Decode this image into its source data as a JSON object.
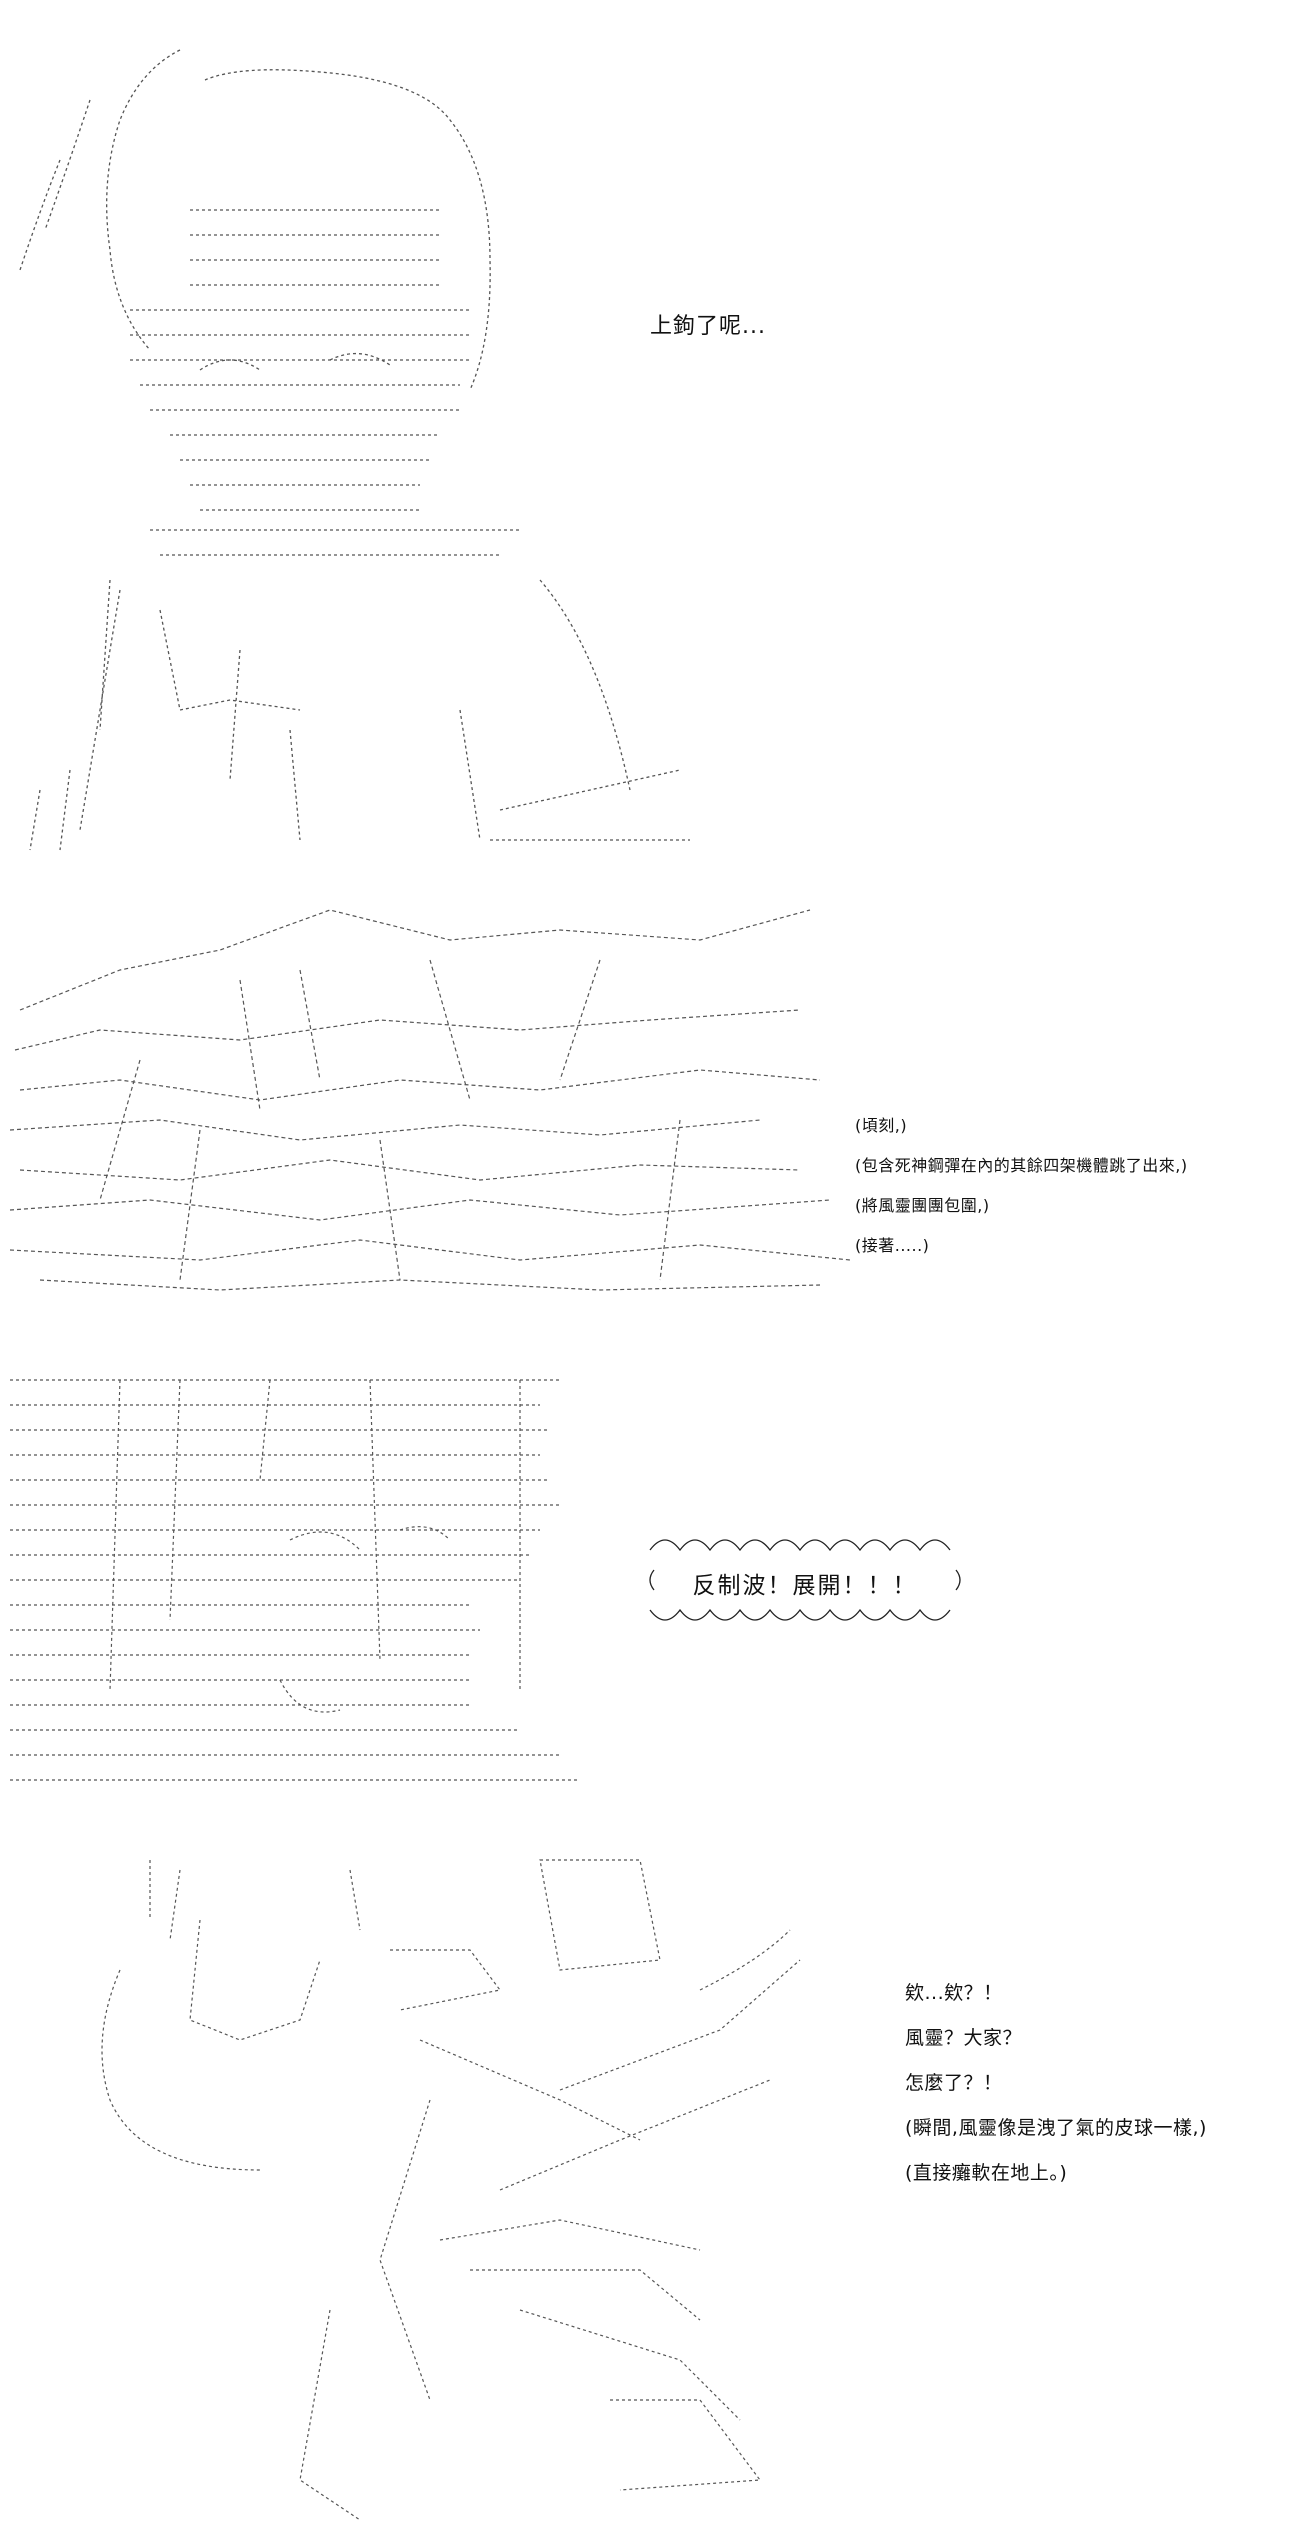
{
  "panels": [
    {
      "lines": [
        "上鉤了呢..."
      ]
    },
    {
      "lines": [
        "(頃刻,)",
        "(包含死神鋼彈在內的其餘四架機體跳了出來,)",
        "(將風靈團團包圍,)",
        "(接著.....)"
      ]
    },
    {
      "shout": "反制波！展開！！！"
    },
    {
      "lines": [
        "欸...欸？！",
        "風靈？大家？",
        "怎麼了？！",
        "(瞬間,風靈像是洩了氣的皮球一樣,)",
        "(直接癱軟在地上。)"
      ]
    }
  ]
}
